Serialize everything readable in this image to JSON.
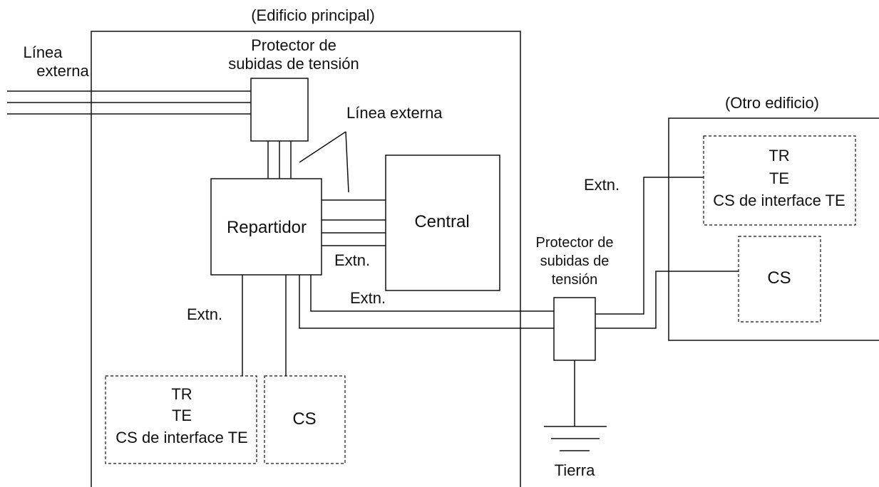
{
  "main_building": {
    "title": "(Edificio principal)"
  },
  "other_building": {
    "title": "(Otro edificio)"
  },
  "external_line": {
    "label_line1": "Línea",
    "label_line2": "externa",
    "inner_label": "Línea externa"
  },
  "surge_protector_main": {
    "line1": "Protector de",
    "line2": "subidas de tensión"
  },
  "surge_protector_outdoor": {
    "line1": "Protector de",
    "line2": "subidas de",
    "line3": "tensión"
  },
  "distributor": {
    "label": "Repartidor"
  },
  "pbx": {
    "label": "Central"
  },
  "extension_labels": {
    "near_central": "Extn.",
    "lower_mid": "Extn.",
    "left": "Extn.",
    "other_building": "Extn."
  },
  "device_group_main": {
    "line1": "TR",
    "line2": "TE",
    "line3": "CS de interface TE"
  },
  "cs_main": {
    "label": "CS"
  },
  "device_group_other": {
    "line1": "TR",
    "line2": "TE",
    "line3": "CS de interface TE"
  },
  "cs_other": {
    "label": "CS"
  },
  "ground": {
    "label": "Tierra"
  }
}
